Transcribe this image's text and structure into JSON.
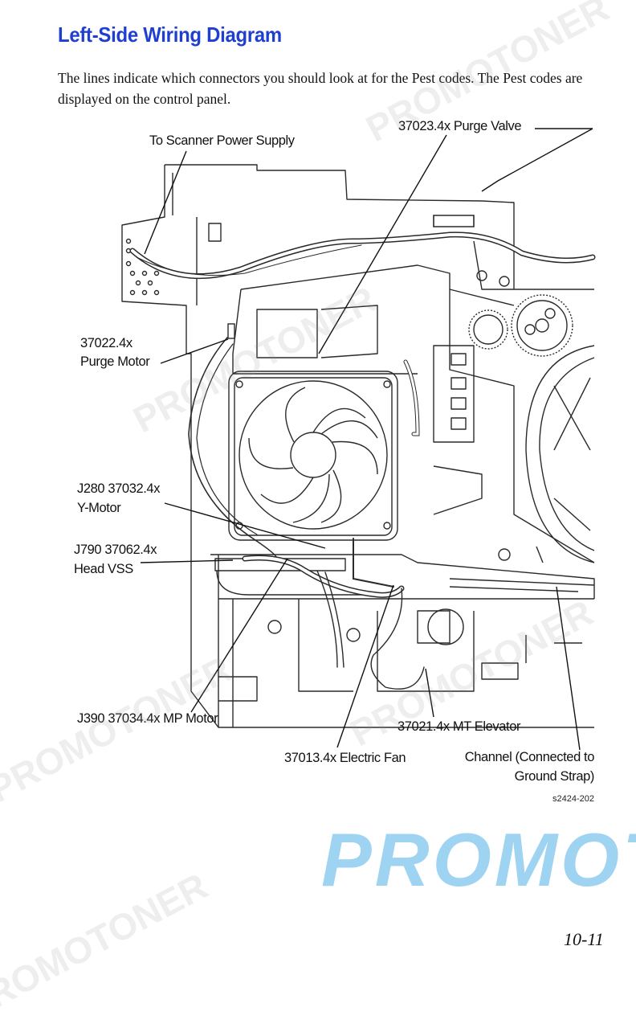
{
  "page": {
    "title": "Left-Side Wiring Diagram",
    "intro": "The lines indicate which connectors you should look at for the Pest codes. The Pest codes are displayed on the control panel.",
    "figure_id": "s2424-202",
    "page_number": "10-11"
  },
  "labels": {
    "scanner_power": "To Scanner Power Supply",
    "purge_valve": "37023.4x Purge Valve",
    "purge_motor_code": "37022.4x",
    "purge_motor_name": "Purge Motor",
    "y_motor_code": "J280 37032.4x",
    "y_motor_name": "Y-Motor",
    "head_vss_code": "J790 37062.4x",
    "head_vss_name": "Head VSS",
    "mp_motor": "J390 37034.4x MP Motor",
    "mt_elevator": "37021.4x MT Elevator",
    "electric_fan": "37013.4x Electric Fan",
    "channel_line1": "Channel (Connected to",
    "channel_line2": "Ground Strap)"
  },
  "watermark": {
    "text": "PROMOTONER"
  }
}
